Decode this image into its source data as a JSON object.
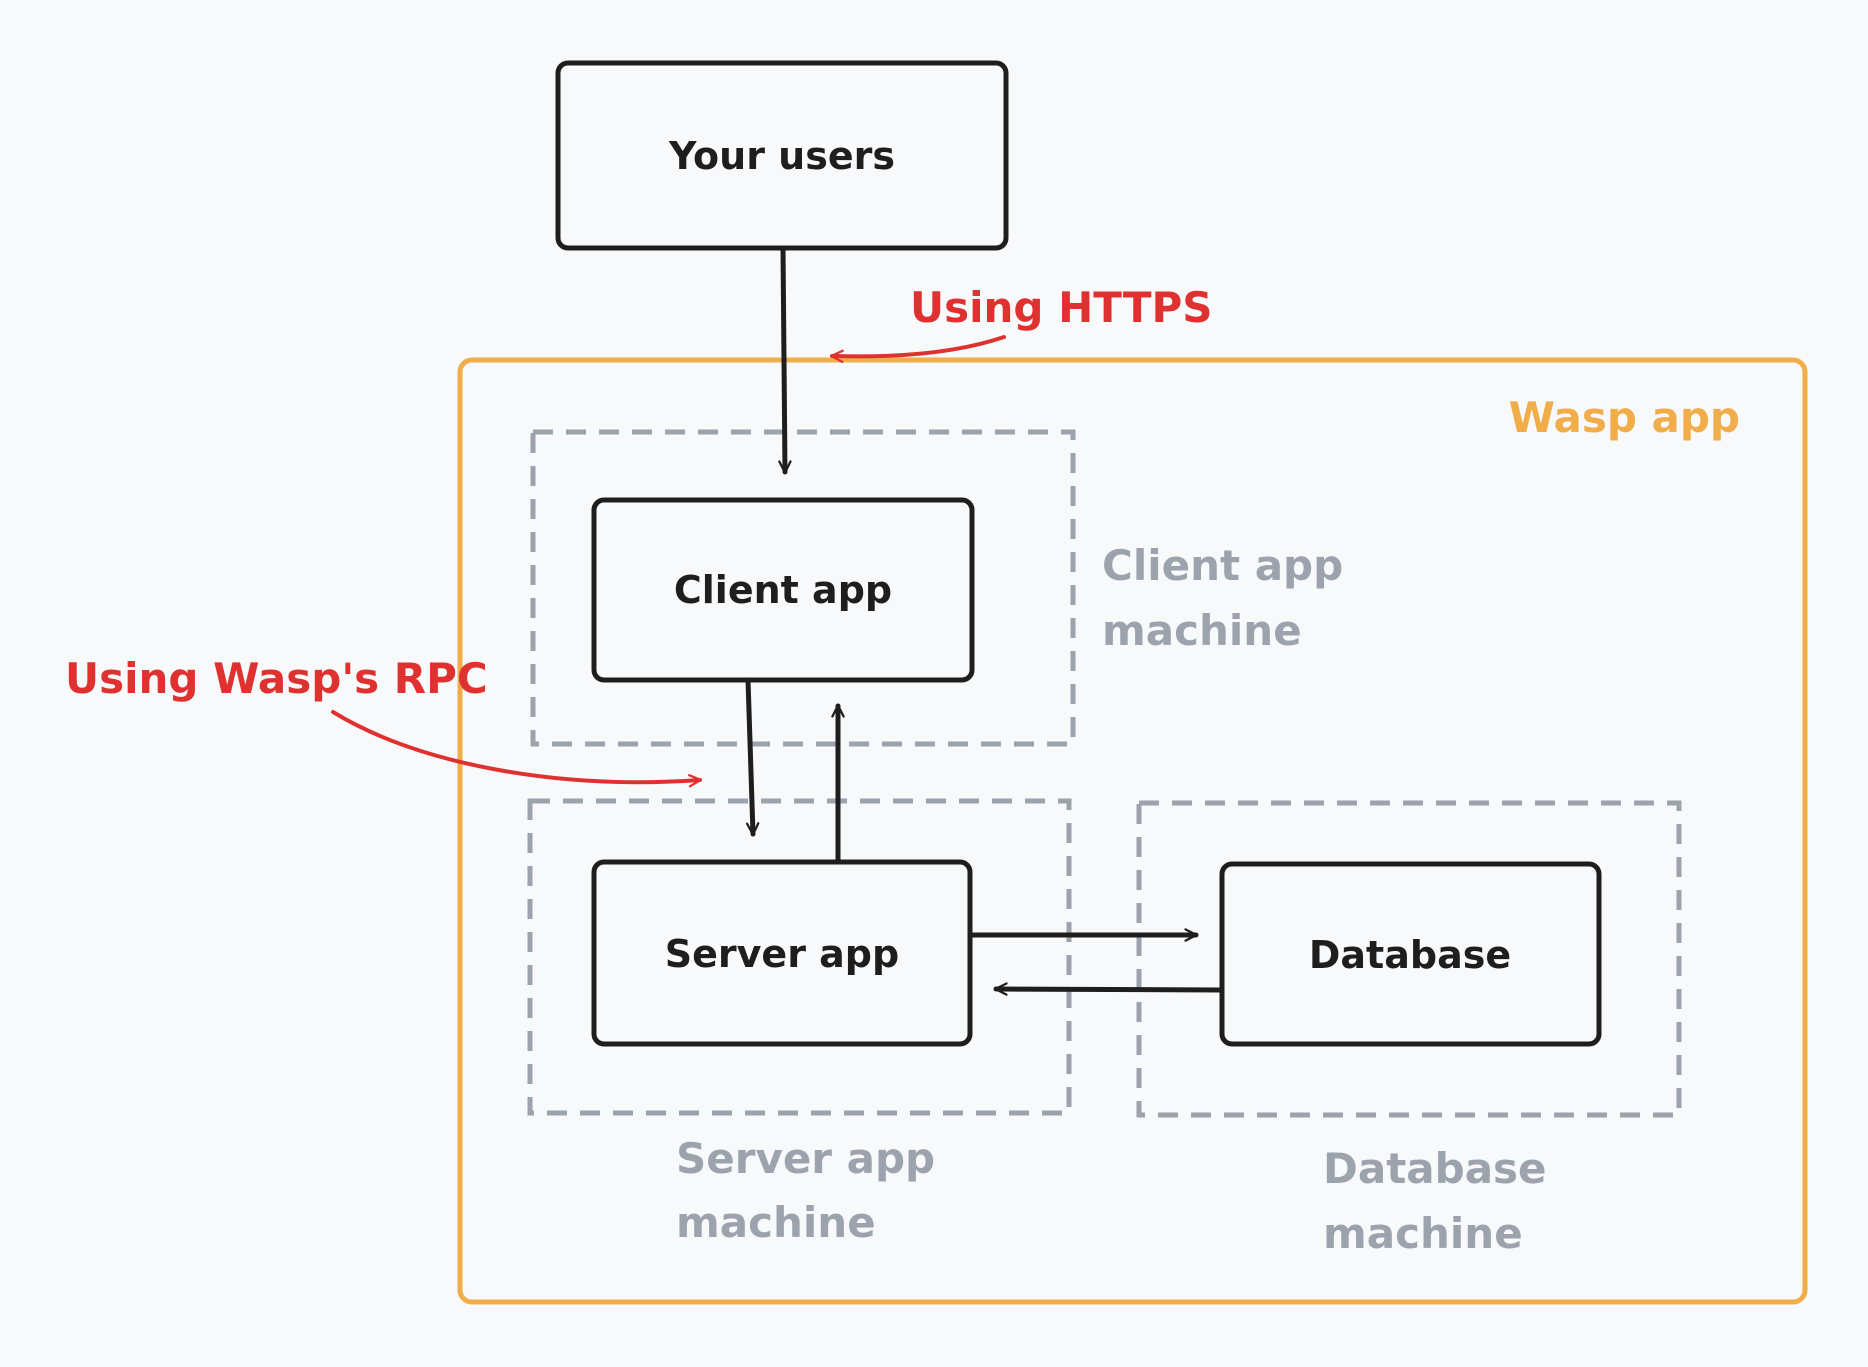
{
  "colors": {
    "background": "#f8f9fb",
    "box_stroke": "#1e1e1e",
    "machine_stroke": "#9ca3ad",
    "wasp_stroke": "#f0ad4a",
    "annotation": "#e03131"
  },
  "nodes": {
    "users": "Your users",
    "client": "Client app",
    "server": "Server app",
    "database": "Database"
  },
  "machines": {
    "client": [
      "Client app",
      "machine"
    ],
    "server": [
      "Server app",
      "machine"
    ],
    "database": [
      "Database",
      "machine"
    ]
  },
  "container": {
    "label": "Wasp app"
  },
  "annotations": {
    "https": "Using HTTPS",
    "rpc": "Using Wasp's RPC"
  }
}
